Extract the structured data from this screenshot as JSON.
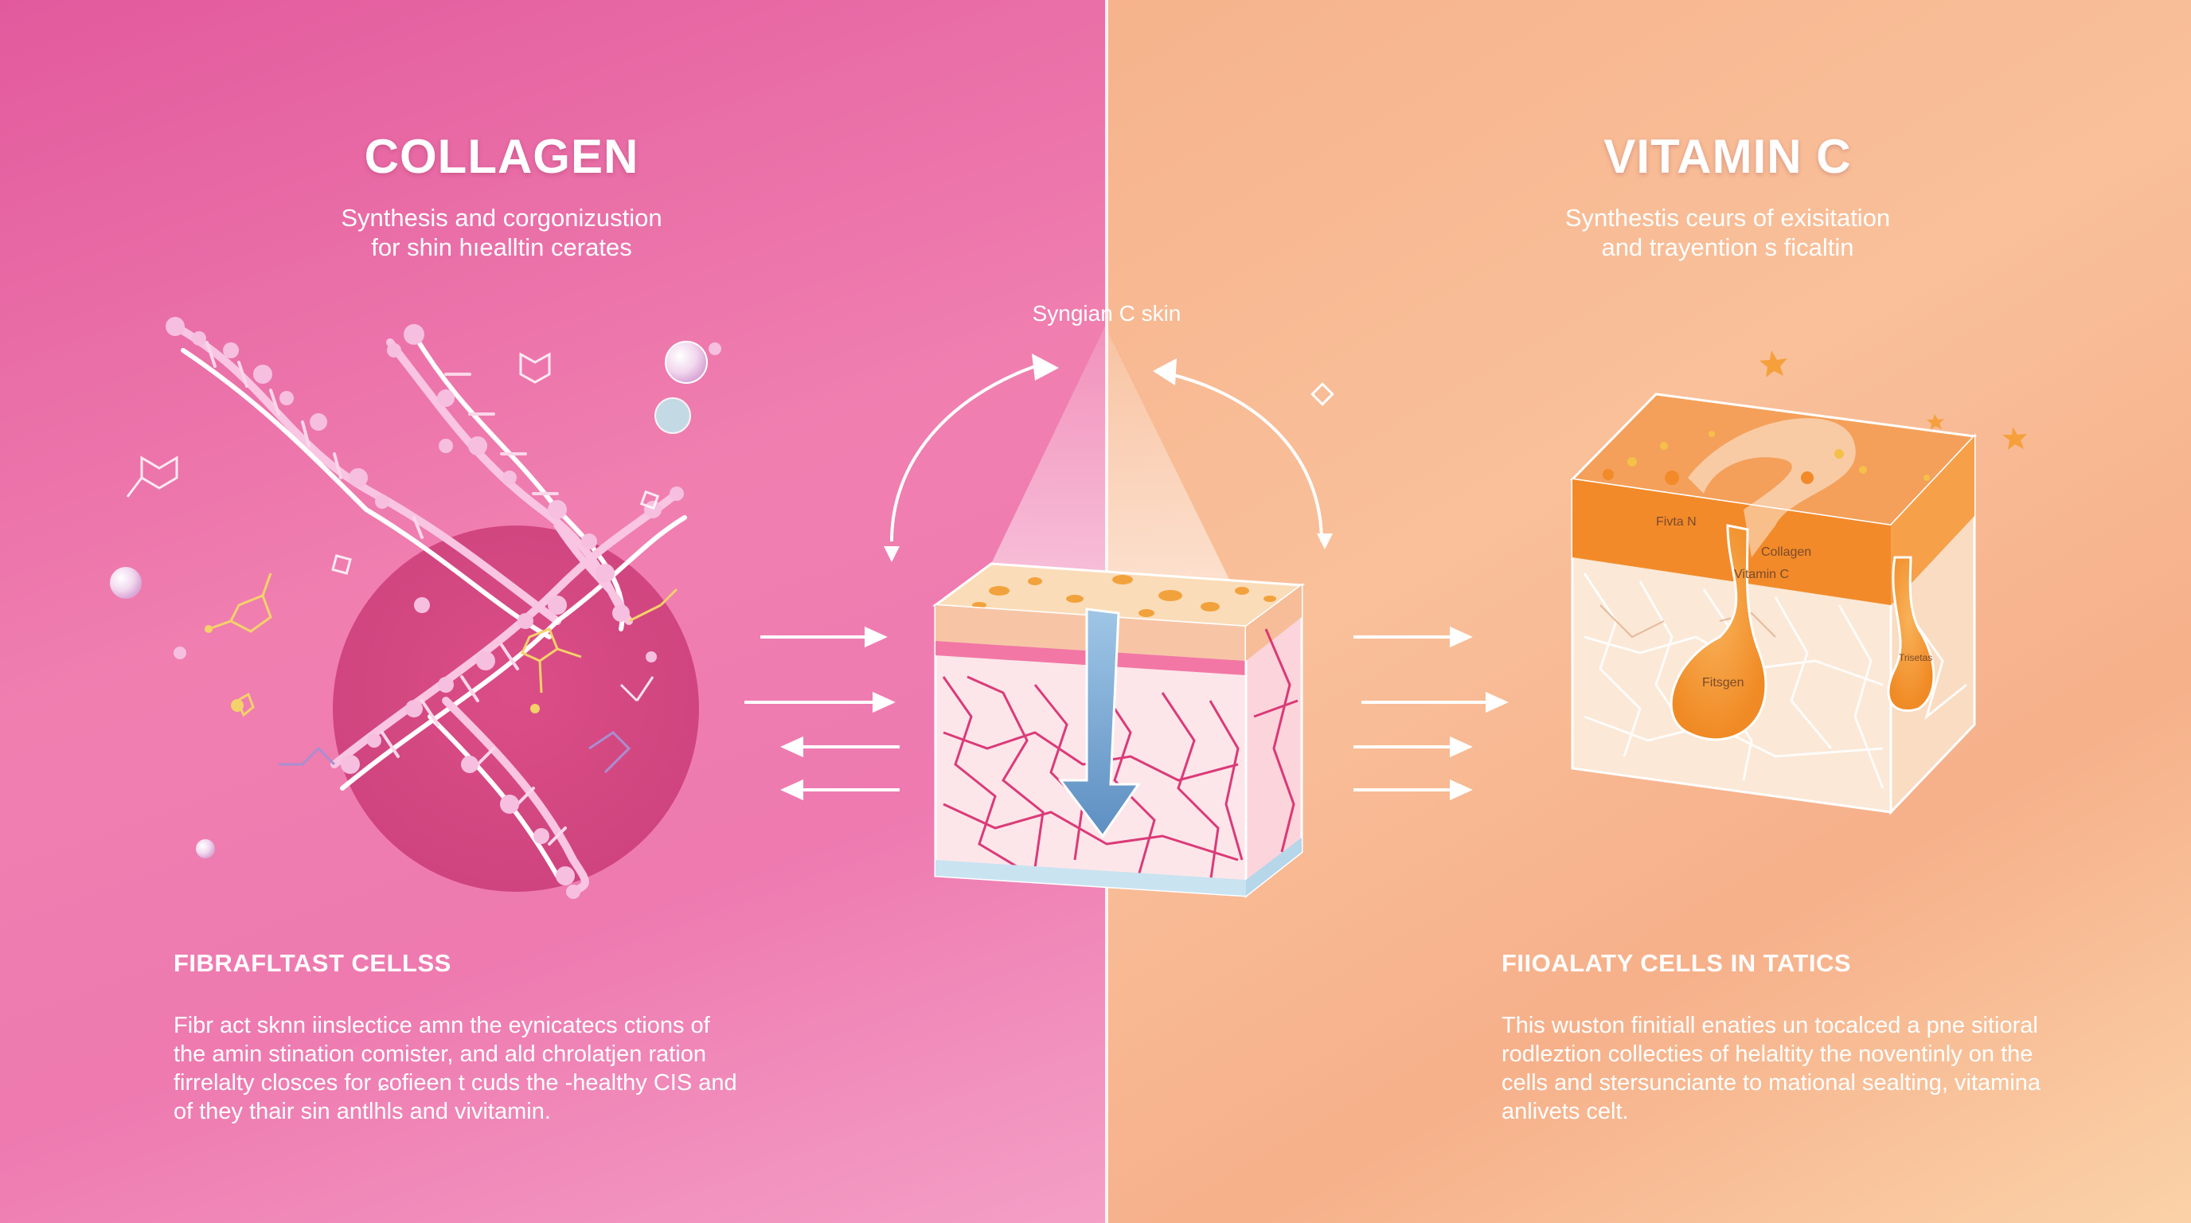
{
  "colors": {
    "collagen_panel": "#ee7ab0",
    "vitamin_panel": "#f9c09a",
    "accent_orange": "#f28a2a",
    "accent_pink": "#e04a8a"
  },
  "left": {
    "title": "COLLAGEN",
    "subtitle_lines": [
      "Synthesis and corgonizustion",
      "for shin hıealltin cerates"
    ],
    "heading": "FIBRAFLTAST CELLSS",
    "body_lines": [
      "Fibr act sknn iinslectice  amn the eynicatecs ctions of",
      "the amin stination comister, and ald chrolatjen ration",
      "firrelalty closces for ɕofieen t cuds the -healthy CIS and",
      "of they thair sin antlhls and vivitamin."
    ]
  },
  "center": {
    "label": "Syngian C skin"
  },
  "right": {
    "title": "VITAMIN C",
    "subtitle_lines": [
      "Synthestis ceurs of exisitation",
      "and trayention s ficaltin"
    ],
    "heading": "FIIOALATY CELLS IN TATICS",
    "body_lines": [
      "This wuston finitiall enaties un tocalced a pne sitioral",
      "rodleztion collecties of helaltity the noventinly on the",
      "cells and stersunciante to mational sealting,  vitamina",
      "anlivets celt."
    ],
    "cube_labels": [
      "Fivta N",
      "Collagen",
      "Vitamin C",
      "Fitsgen",
      "Trisetas"
    ]
  },
  "icons": [
    "collagen-helix-icon",
    "molecule-icon",
    "bubble-icon",
    "skin-cube-icon",
    "cycle-arrow-icon",
    "flow-arrow-icon",
    "sparkle-icon"
  ]
}
